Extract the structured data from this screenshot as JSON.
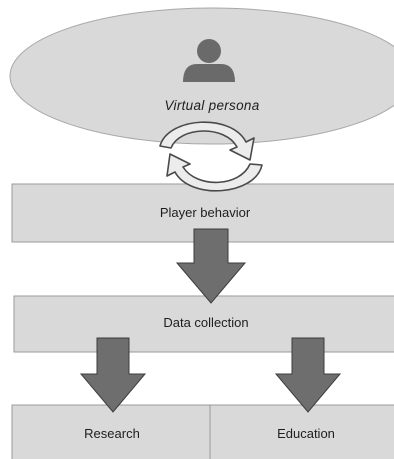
{
  "diagram": {
    "persona_label": "Virtual persona",
    "player_behavior_label": "Player behavior",
    "data_collection_label": "Data collection",
    "research_label": "Research",
    "education_label": "Education"
  },
  "colors": {
    "ellipse_fill": "#d9d9d9",
    "box_fill": "#d9d9d9",
    "box_stroke": "#9a9a9a",
    "arrow_fill": "#6e6e6e",
    "arrow_stroke": "#3c3c3c",
    "person_icon": "#6a6a6a",
    "cycle_fill": "#ececec",
    "cycle_stroke": "#4a4a4a"
  }
}
